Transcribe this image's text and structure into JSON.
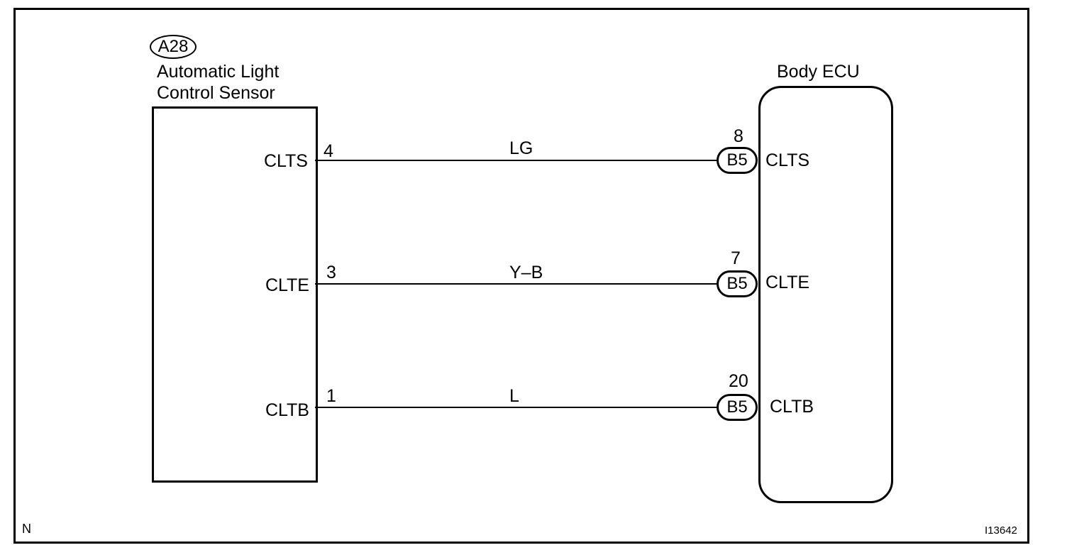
{
  "sensor": {
    "code": "A28",
    "name_line1": "Automatic Light",
    "name_line2": "Control Sensor"
  },
  "ecu": {
    "name": "Body ECU"
  },
  "rows": [
    {
      "sensor_terminal": "CLTS",
      "sensor_pin": "4",
      "wire_color": "LG",
      "connector": "B5",
      "ecu_pin": "8",
      "ecu_terminal": "CLTS"
    },
    {
      "sensor_terminal": "CLTE",
      "sensor_pin": "3",
      "wire_color": "Y–B",
      "connector": "B5",
      "ecu_pin": "7",
      "ecu_terminal": "CLTE"
    },
    {
      "sensor_terminal": "CLTB",
      "sensor_pin": "1",
      "wire_color": "L",
      "connector": "B5",
      "ecu_pin": "20",
      "ecu_terminal": "CLTB"
    }
  ],
  "footer": {
    "left_mark": "N",
    "figure_id": "I13642"
  }
}
